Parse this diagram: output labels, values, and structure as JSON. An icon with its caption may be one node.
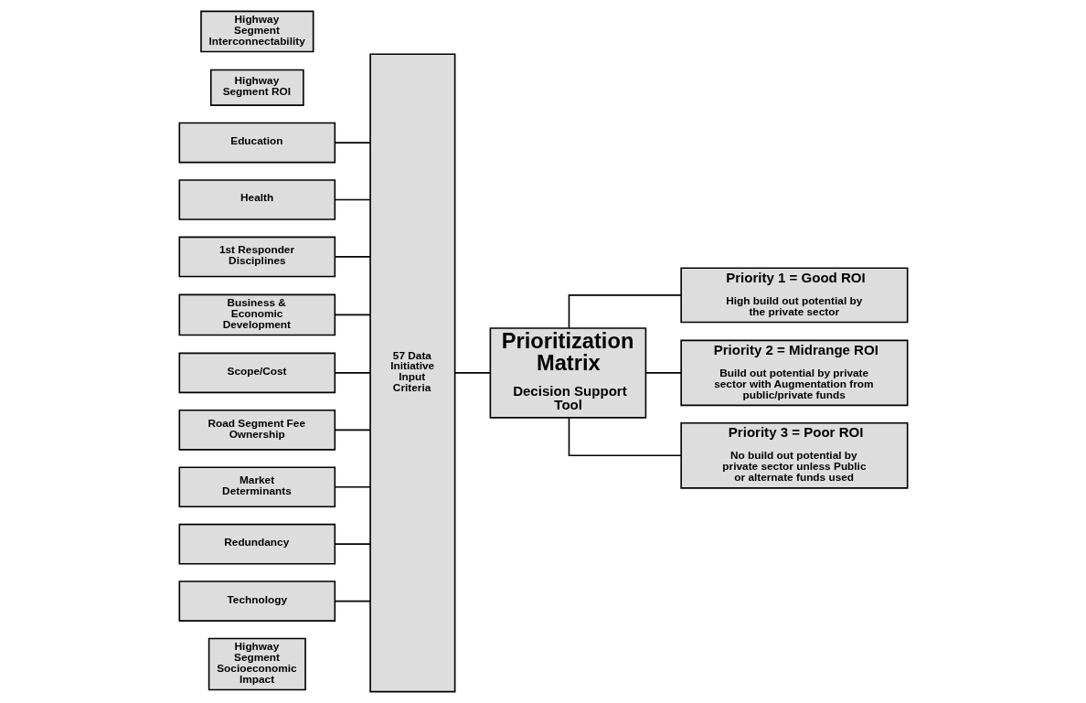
{
  "diagram": {
    "nodes": [
      {
        "text": [
          "Highway Segment Socioeconomic Impact"
        ]
      },
      {
        "text": [
          "Education"
        ]
      },
      {
        "text": [
          "Health"
        ]
      },
      {
        "text": [
          "1st Responder Disciplines"
        ]
      },
      {
        "text": [
          "Business & Economic Development"
        ]
      },
      {
        "text": [
          "Highway Segment ROI"
        ]
      },
      {
        "text": [
          "Scope/Cost"
        ]
      },
      {
        "text": [
          "Road Segment Fee Ownership"
        ]
      },
      {
        "text": [
          "Market Determinants"
        ]
      },
      {
        "text": [
          "Highway Segment Interconnectability"
        ]
      },
      {
        "text": [
          "Redundancy"
        ]
      },
      {
        "text": [
          "Technology"
        ]
      },
      {
        "text": [
          "57 Data Initiative Input Criteria"
        ]
      },
      {
        "text": [
          "Prioritization Matrix",
          "Decision Support Tool"
        ]
      },
      {
        "text": [
          "Priority 1 = Good ROI",
          "High build out potential by the private sector"
        ]
      },
      {
        "text": [
          "Priority 2 = Midrange ROI",
          "Build out potential by private sector with Augmentation from public/private funds"
        ]
      },
      {
        "text": [
          "Priority 3 = Poor ROI",
          "No build out potential by private sector unless Public or alternate funds used"
        ]
      }
    ],
    "edges": [
      {
        "from": 1,
        "to": 12,
        "arrow": "none"
      },
      {
        "from": 2,
        "to": 12,
        "arrow": "none"
      },
      {
        "from": 3,
        "to": 12,
        "arrow": "none"
      },
      {
        "from": 4,
        "to": 12,
        "arrow": "none"
      },
      {
        "from": 6,
        "to": 12,
        "arrow": "none"
      },
      {
        "from": 7,
        "to": 12,
        "arrow": "none"
      },
      {
        "from": 8,
        "to": 12,
        "arrow": "none"
      },
      {
        "from": 10,
        "to": 12,
        "arrow": "none"
      },
      {
        "from": 11,
        "to": 12,
        "arrow": "none"
      },
      {
        "from": 12,
        "to": 13,
        "arrow": "none"
      },
      {
        "from": 13,
        "to": 14,
        "arrow": "none"
      },
      {
        "from": 13,
        "to": 15,
        "arrow": "none"
      },
      {
        "from": 13,
        "to": 16,
        "arrow": "none"
      }
    ]
  }
}
